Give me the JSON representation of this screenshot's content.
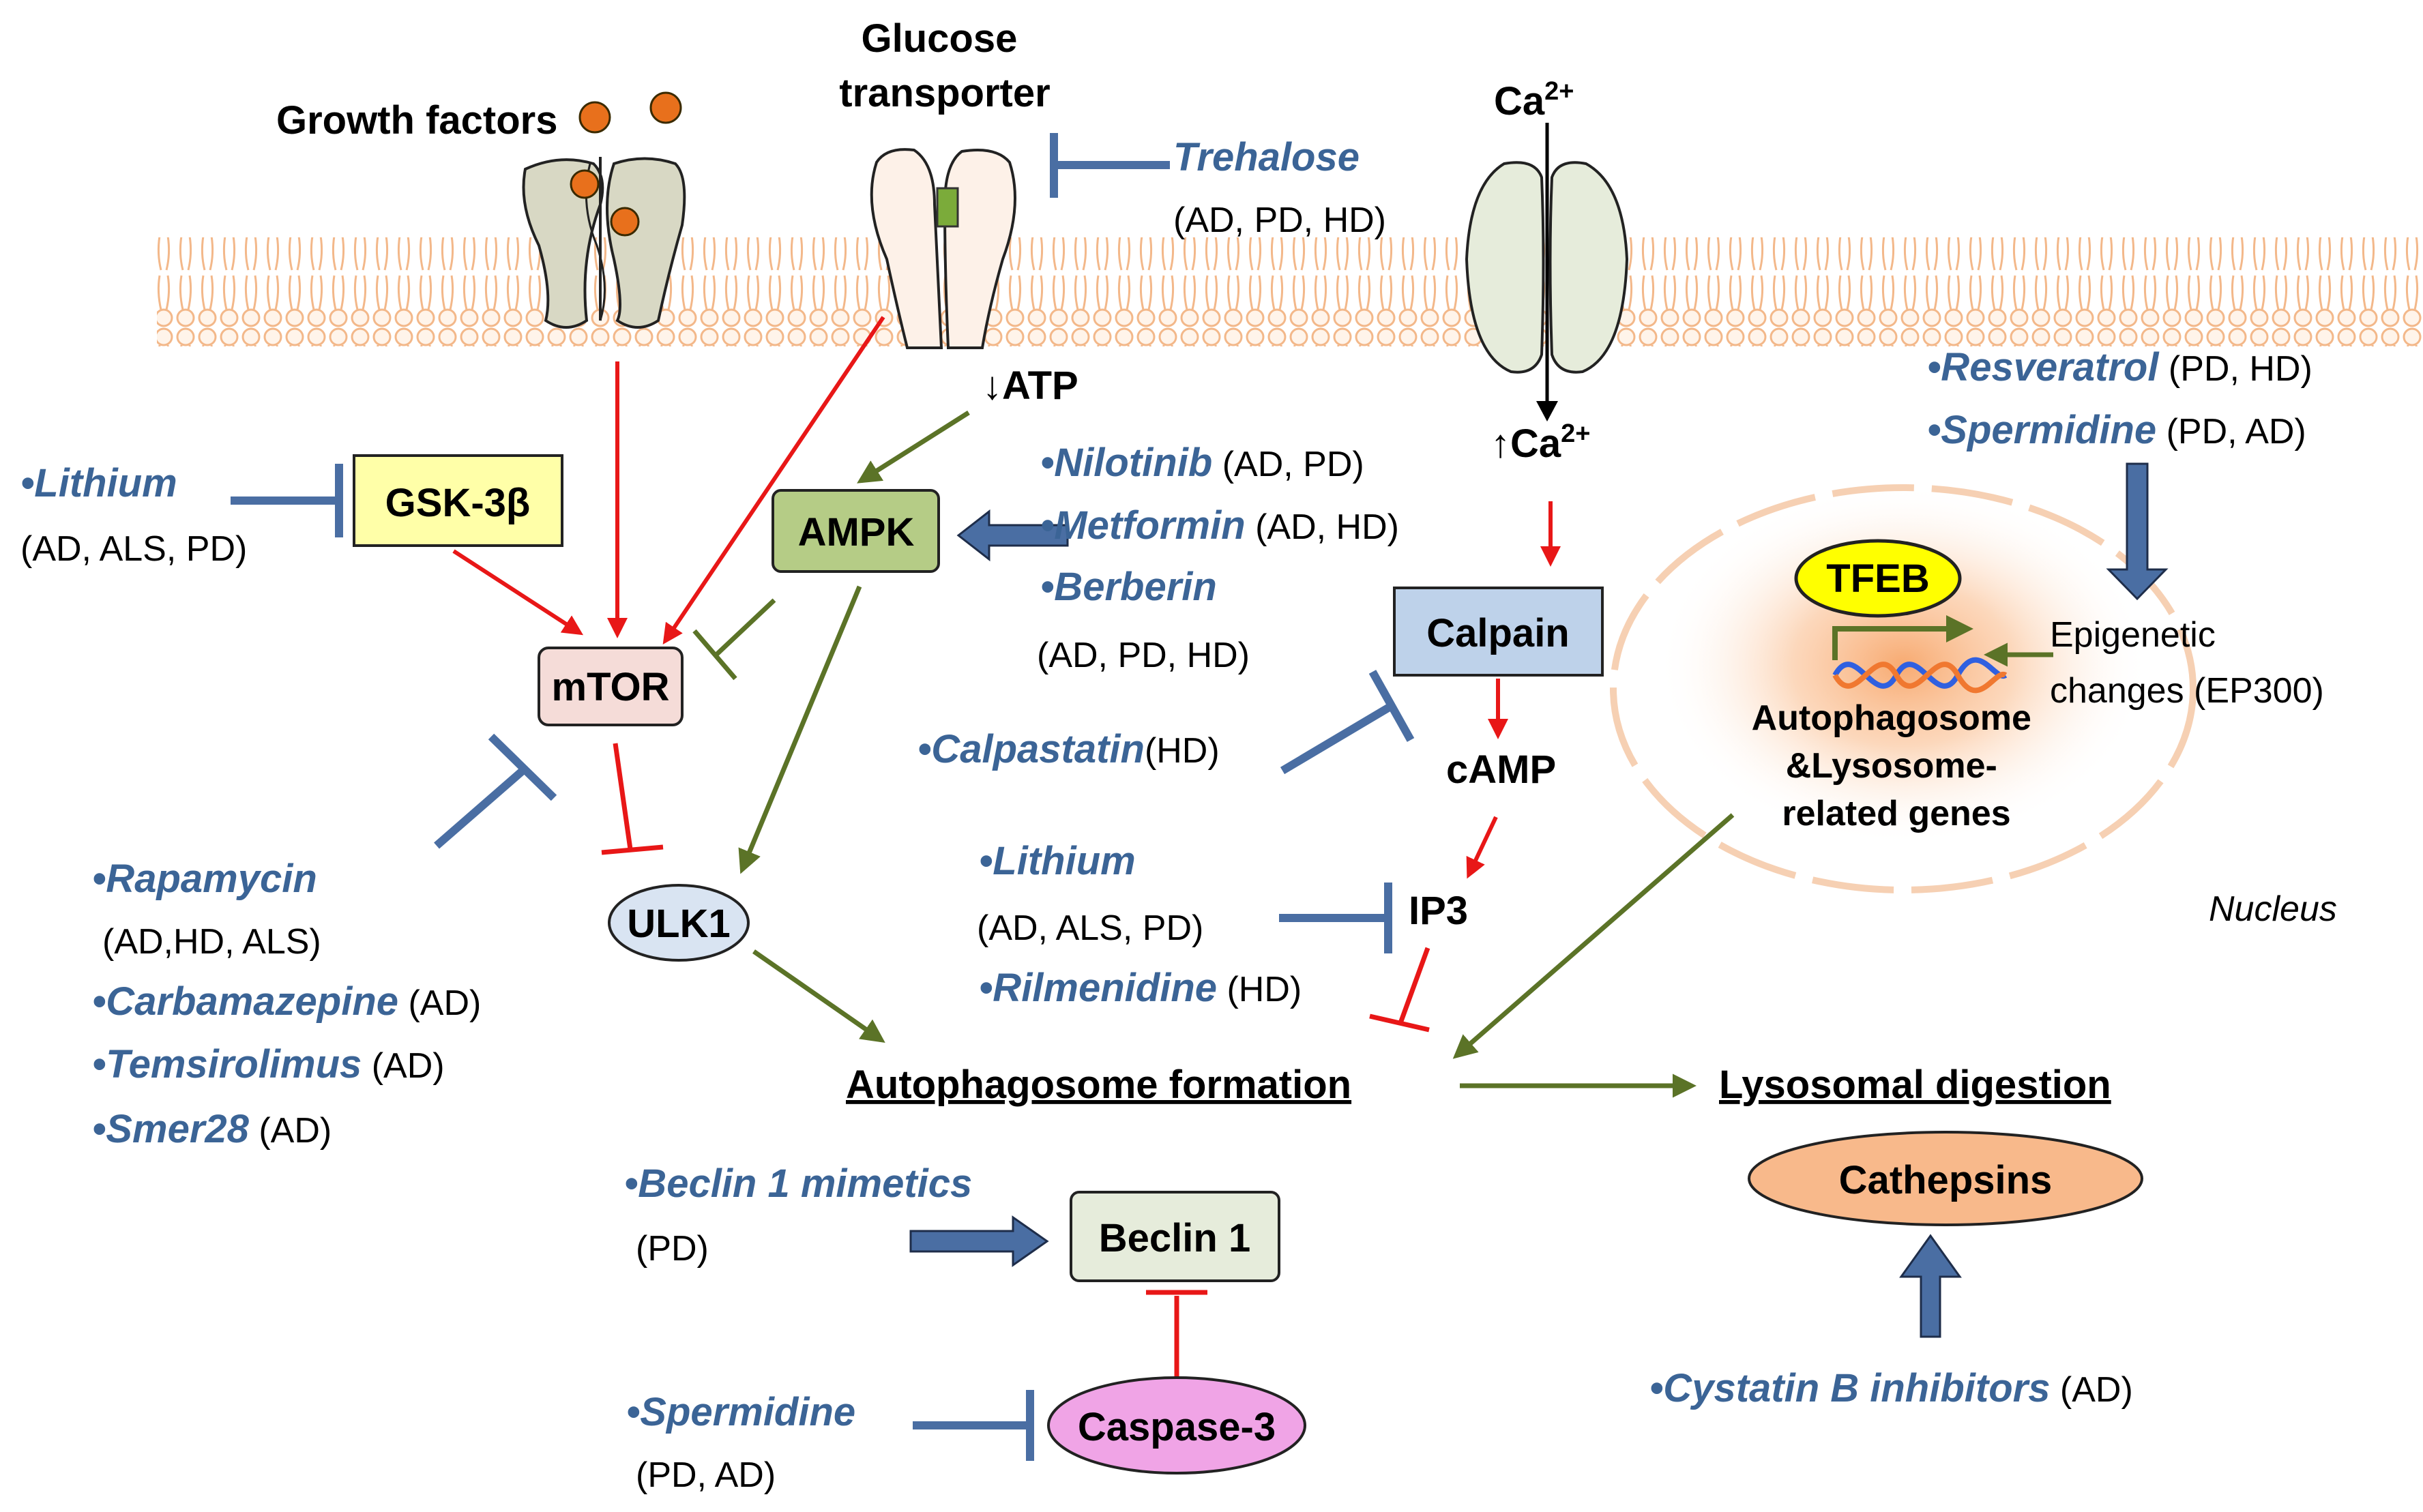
{
  "colors": {
    "activation_arrow": "#e81717",
    "green_arrow": "#5b7327",
    "drug_text": "#3b6496",
    "inhibitor_bar": "#4a6ea3",
    "membrane": "#f6c7a0"
  },
  "membrane_proteins": {
    "growth_factors": "Growth factors",
    "glucose_transporter_line1": "Glucose",
    "glucose_transporter_line2": "transporter",
    "ca_top_base": "Ca",
    "ca_top_sup": "2+",
    "ca_bottom_arrow": "↑",
    "ca_bottom_base": "Ca",
    "ca_bottom_sup": "2+"
  },
  "nodes": {
    "gsk3b": "GSK-3β",
    "ampk": "AMPK",
    "mtor": "mTOR",
    "ulk1": "ULK1",
    "calpain": "Calpain",
    "camp": "cAMP",
    "ip3": "IP3",
    "atp": "↓ATP",
    "beclin1": "Beclin 1",
    "caspase3": "Caspase-3",
    "cathepsins": "Cathepsins",
    "tfeb": "TFEB",
    "autophagosome_formation": "Autophagosome formation",
    "lysosomal_digestion": "Lysosomal digestion"
  },
  "nucleus": {
    "label": "Nucleus",
    "epigenetic_line1": "Epigenetic",
    "epigenetic_line2": "changes (EP300)",
    "genes_line1": "Autophagosome",
    "genes_line2": "&Lysosome-",
    "genes_line3": "related genes"
  },
  "drugs": {
    "trehalose": "Trehalose",
    "trehalose_dis": "(AD, PD, HD)",
    "lithium1": "•Lithium",
    "lithium1_dis": "(AD, ALS, PD)",
    "nilotinib": "•Nilotinib",
    "nilotinib_dis": " (AD, PD)",
    "metformin": "•Metformin",
    "metformin_dis": " (AD, HD)",
    "berberin": "•Berberin",
    "berberin_dis": "(AD, PD, HD)",
    "calpastatin": "•Calpastatin",
    "calpastatin_dis": "(HD)",
    "resveratrol": "•Resveratrol",
    "resveratrol_dis": " (PD, HD)",
    "spermidine1": "•Spermidine",
    "spermidine1_dis": " (PD, AD)",
    "rapamycin": "•Rapamycin",
    "rapamycin_dis": "(AD,HD, ALS)",
    "carbamazepine": "•Carbamazepine",
    "carbamazepine_dis": " (AD)",
    "temsirolimus": "•Temsirolimus",
    "temsirolimus_dis": " (AD)",
    "smer28": "•Smer28",
    "smer28_dis": " (AD)",
    "lithium2": "•Lithium",
    "lithium2_dis": "(AD,  ALS, PD)",
    "rilmenidine": "•Rilmenidine",
    "rilmenidine_dis": " (HD)",
    "beclin_mimetics": "•Beclin 1 mimetics",
    "beclin_mimetics_dis": "(PD)",
    "spermidine2": "•Spermidine",
    "spermidine2_dis": "(PD, AD)",
    "cystatin": "•Cystatin B inhibitors",
    "cystatin_dis": " (AD)"
  }
}
